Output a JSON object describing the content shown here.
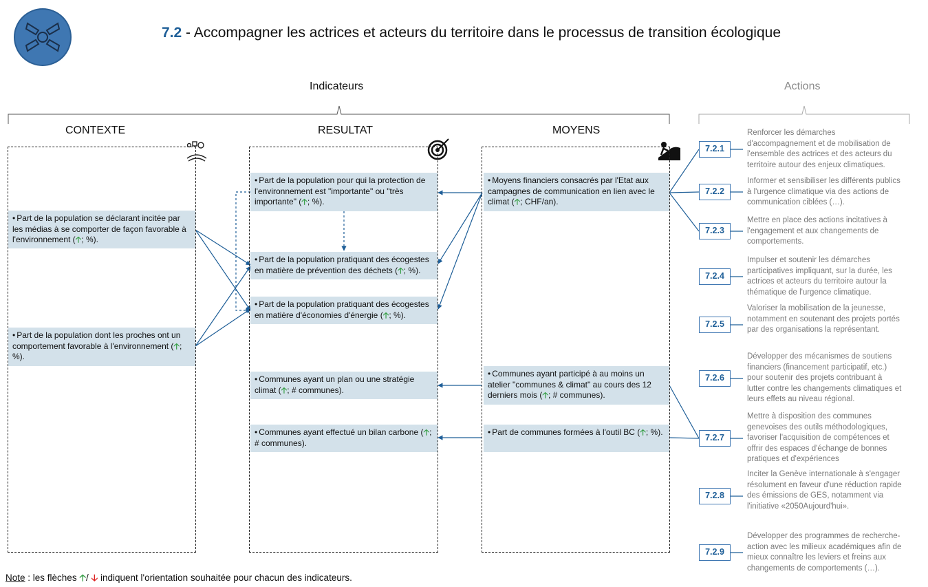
{
  "title": {
    "number": "7.2",
    "separator": " - ",
    "text": "Accompagner les actrices et acteurs du territoire dans le processus de transition écologique"
  },
  "headers": {
    "indicateurs": "Indicateurs",
    "actions": "Actions"
  },
  "columns": {
    "contexte": "CONTEXTE",
    "resultat": "RESULTAT",
    "moyens": "MOYENS"
  },
  "arrow_up": "🡡",
  "arrow_down": "🡣",
  "contexte": [
    {
      "text": "Part de la population se déclarant incitée par les médias à se comporter de façon favorable à l'environnement (",
      "suffix": "; %)."
    },
    {
      "text": "Part de la population dont les proches ont un comportement favorable à l'environnement (",
      "suffix": "; %)."
    }
  ],
  "resultat": [
    {
      "text": "Part de la population pour qui la protection de l'environnement est \"importante\" ou \"très importante\" (",
      "suffix": "; %)."
    },
    {
      "text": "Part de la population pratiquant des écogestes en matière de prévention des déchets (",
      "suffix": "; %)."
    },
    {
      "text": "Part de la population pratiquant des écogestes en matière d'économies d'énergie (",
      "suffix": "; %)."
    },
    {
      "text": "Communes ayant un plan ou une stratégie climat (",
      "suffix": "; # communes)."
    },
    {
      "text": "Communes ayant effectué un bilan carbone (",
      "suffix": "; # communes)."
    }
  ],
  "moyens": [
    {
      "text": "Moyens financiers consacrés par l'Etat aux campagnes de communication en lien avec le climat (",
      "suffix": "; CHF/an)."
    },
    {
      "text": "Communes ayant participé à au moins un atelier \"communes & climat\" au cours des 12 derniers mois (",
      "suffix": "; # communes)."
    },
    {
      "text": "Part de communes formées à l'outil BC (",
      "suffix": "; %)."
    }
  ],
  "actions": [
    {
      "code": "7.2.1",
      "text": "Renforcer les démarches d'accompagnement et de mobilisation de l'ensemble des actrices et des acteurs du territoire autour des enjeux climatiques."
    },
    {
      "code": "7.2.2",
      "text": "Informer et sensibiliser les différents publics à l'urgence climatique via des actions de communication ciblées (…)."
    },
    {
      "code": "7.2.3",
      "text": "Mettre en place des actions incitatives à l'engagement et aux changements de comportements."
    },
    {
      "code": "7.2.4",
      "text": "Impulser et soutenir les démarches participatives impliquant, sur la durée, les actrices et acteurs du territoire autour la thématique de l'urgence climatique."
    },
    {
      "code": "7.2.5",
      "text": "Valoriser la mobilisation de la jeunesse, notamment en soutenant des projets portés par des organisations la représentant."
    },
    {
      "code": "7.2.6",
      "text": "Développer des mécanismes de soutiens financiers (financement participatif, etc.) pour soutenir des projets contribuant à lutter contre les changements climatiques et leurs effets au niveau régional."
    },
    {
      "code": "7.2.7",
      "text": "Mettre à disposition des communes genevoises des outils méthodologiques, favoriser l'acquisition de compétences et offrir des espaces d'échange de bonnes pratiques et d'expériences"
    },
    {
      "code": "7.2.8",
      "text": "Inciter la Genève internationale à s'engager résolument en faveur d'une réduction rapide des émissions de GES, notamment via l'initiative «2050Aujourd'hui»."
    },
    {
      "code": "7.2.9",
      "text": "Développer des programmes de recherche-action avec les milieux académiques afin de mieux connaître les leviers et freins aux changements de comportements (…)."
    }
  ],
  "note": {
    "label": "Note",
    "text1": " : les flèches ",
    "slash": "/ ",
    "text2": " indiquent l'orientation souhaitée pour chacun des indicateurs."
  },
  "colors": {
    "accent": "#1f5f98",
    "box_fill": "#d3e1ea",
    "action_text": "#7a7a7a",
    "up": "#3aa04a",
    "down": "#d22222"
  }
}
